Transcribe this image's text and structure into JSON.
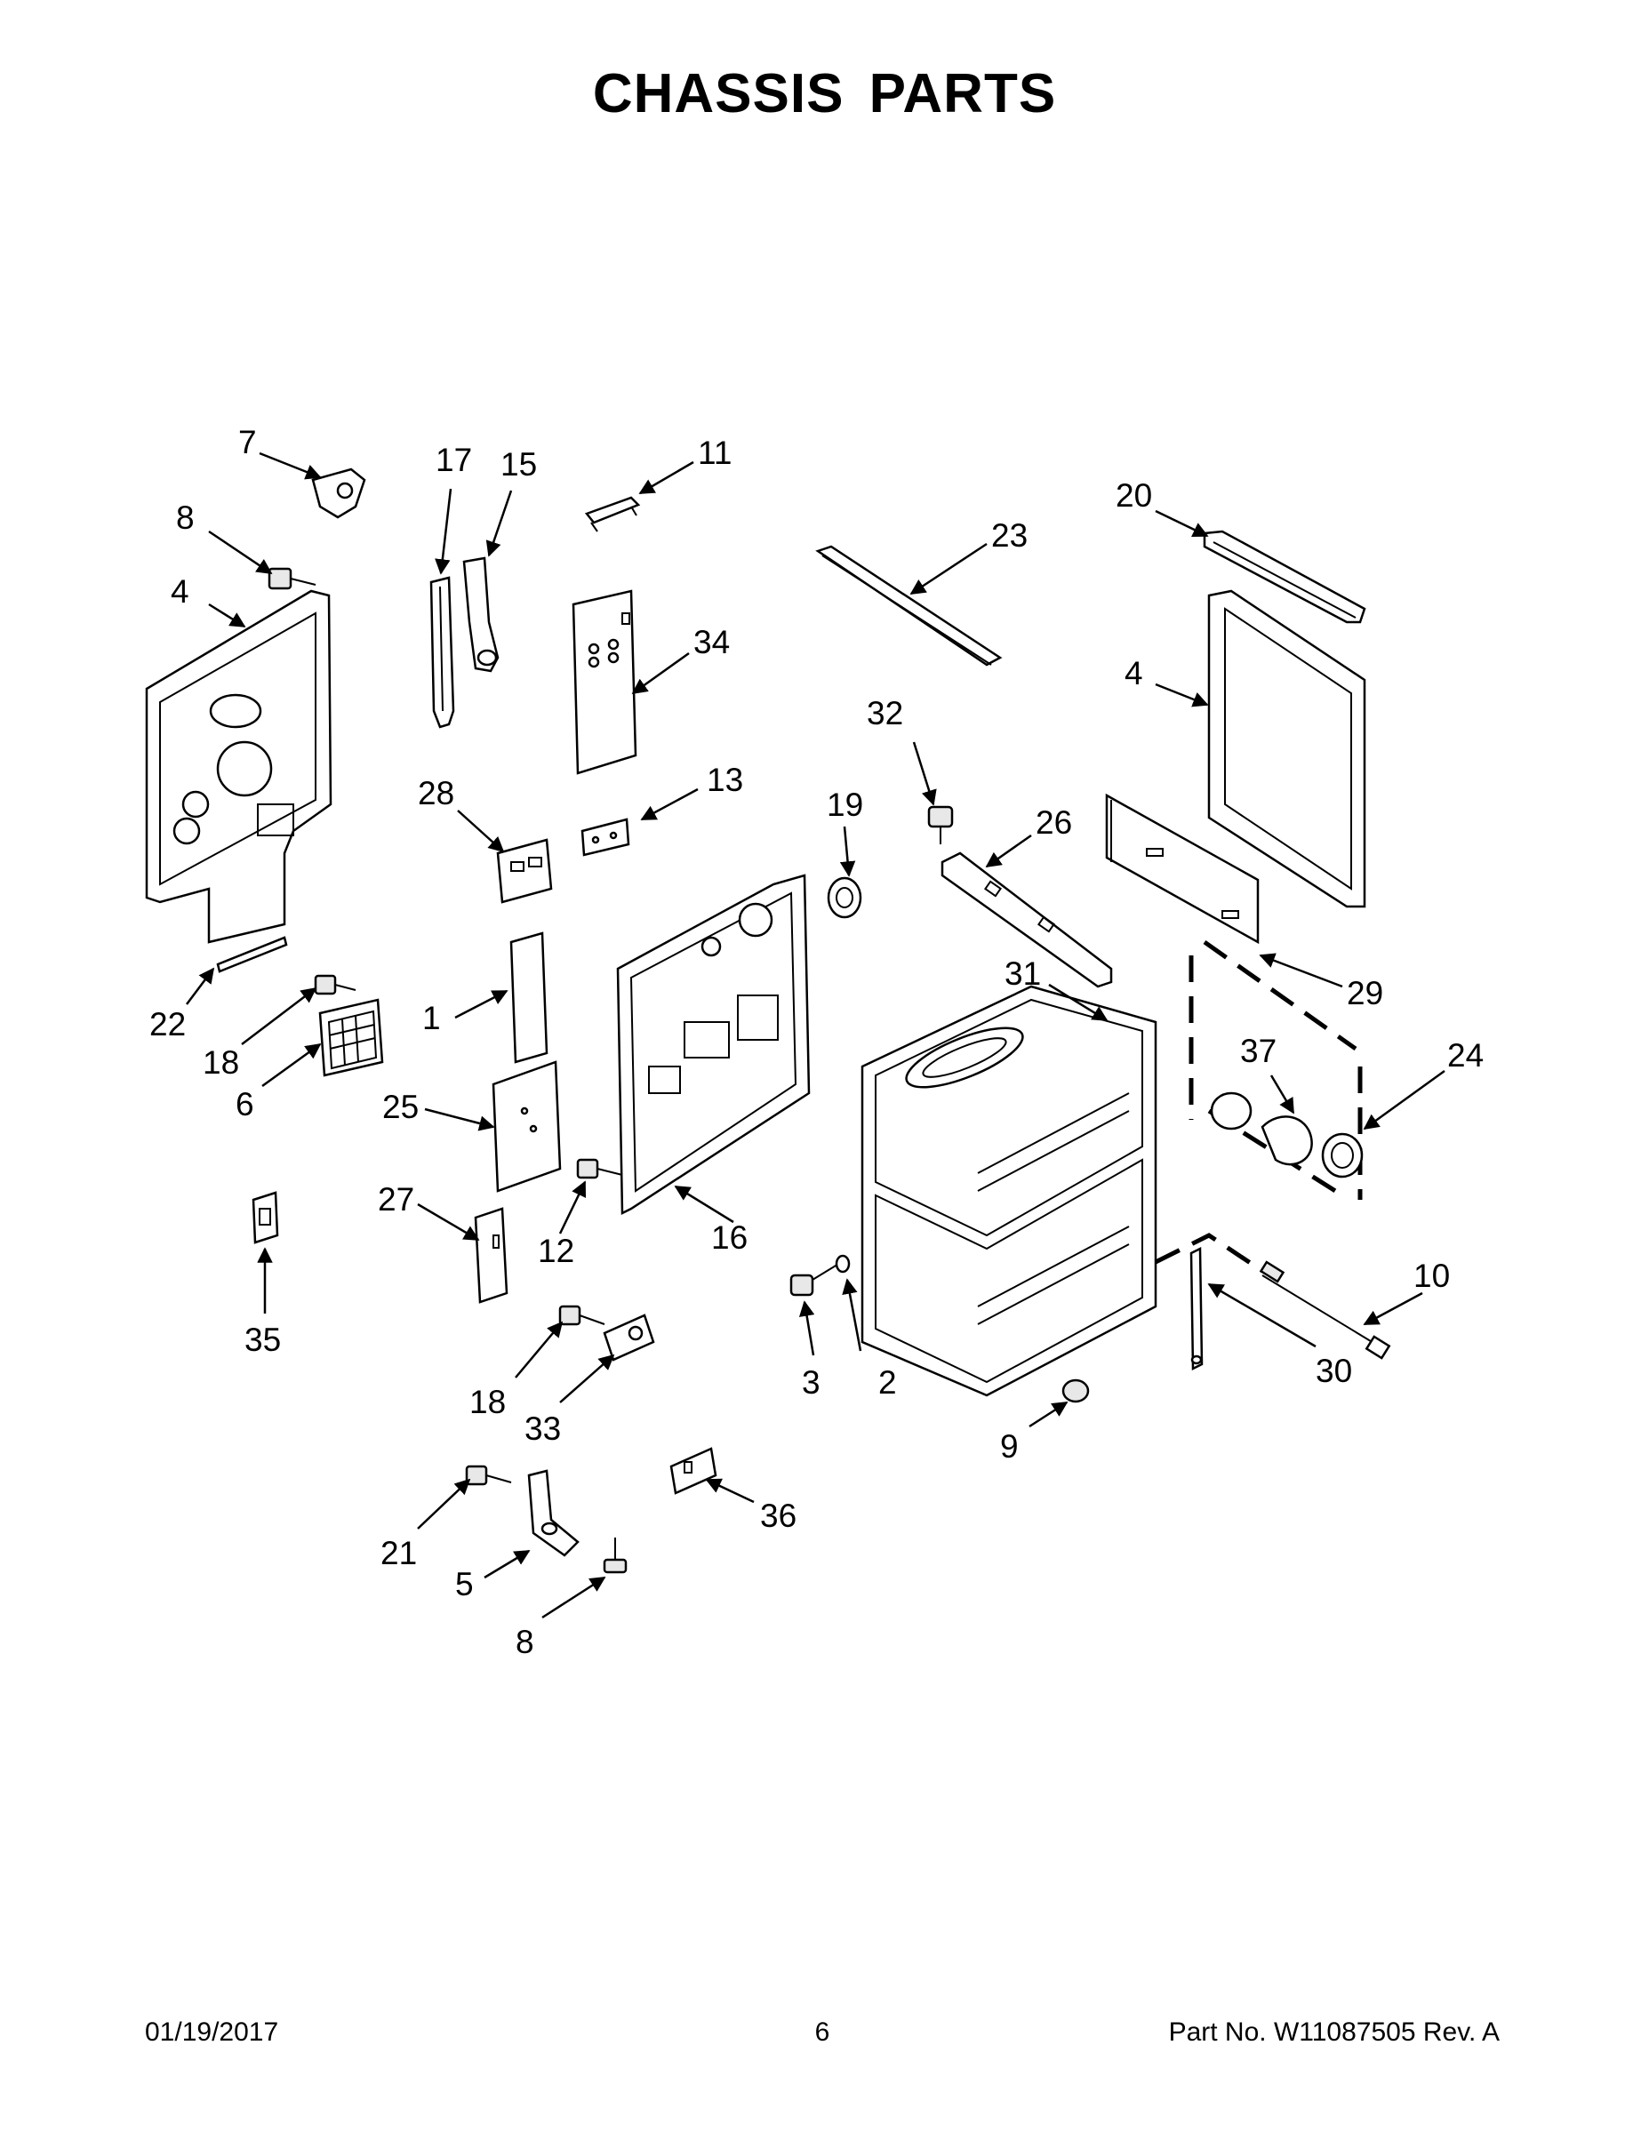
{
  "title": "CHASSIS PARTS",
  "footer": {
    "date": "01/19/2017",
    "page": "6",
    "part": "Part No.  W11087505  Rev.  A"
  },
  "callouts": [
    {
      "id": "c7",
      "text": "7"
    },
    {
      "id": "c17",
      "text": "17"
    },
    {
      "id": "c15",
      "text": "15"
    },
    {
      "id": "c11",
      "text": "11"
    },
    {
      "id": "c20",
      "text": "20"
    },
    {
      "id": "c8a",
      "text": "8"
    },
    {
      "id": "c23",
      "text": "23"
    },
    {
      "id": "c4a",
      "text": "4"
    },
    {
      "id": "c34",
      "text": "34"
    },
    {
      "id": "c4b",
      "text": "4"
    },
    {
      "id": "c32",
      "text": "32"
    },
    {
      "id": "c28",
      "text": "28"
    },
    {
      "id": "c13",
      "text": "13"
    },
    {
      "id": "c19",
      "text": "19"
    },
    {
      "id": "c26",
      "text": "26"
    },
    {
      "id": "c1",
      "text": "1"
    },
    {
      "id": "c22",
      "text": "22"
    },
    {
      "id": "c18a",
      "text": "18"
    },
    {
      "id": "c6",
      "text": "6"
    },
    {
      "id": "c31",
      "text": "31"
    },
    {
      "id": "c29",
      "text": "29"
    },
    {
      "id": "c37",
      "text": "37"
    },
    {
      "id": "c24",
      "text": "24"
    },
    {
      "id": "c25",
      "text": "25"
    },
    {
      "id": "c27",
      "text": "27"
    },
    {
      "id": "c12",
      "text": "12"
    },
    {
      "id": "c16",
      "text": "16"
    },
    {
      "id": "c35",
      "text": "35"
    },
    {
      "id": "c10",
      "text": "10"
    },
    {
      "id": "c18b",
      "text": "18"
    },
    {
      "id": "c33",
      "text": "33"
    },
    {
      "id": "c3",
      "text": "3"
    },
    {
      "id": "c2",
      "text": "2"
    },
    {
      "id": "c30",
      "text": "30"
    },
    {
      "id": "c9",
      "text": "9"
    },
    {
      "id": "c36",
      "text": "36"
    },
    {
      "id": "c21",
      "text": "21"
    },
    {
      "id": "c5",
      "text": "5"
    },
    {
      "id": "c8b",
      "text": "8"
    }
  ]
}
